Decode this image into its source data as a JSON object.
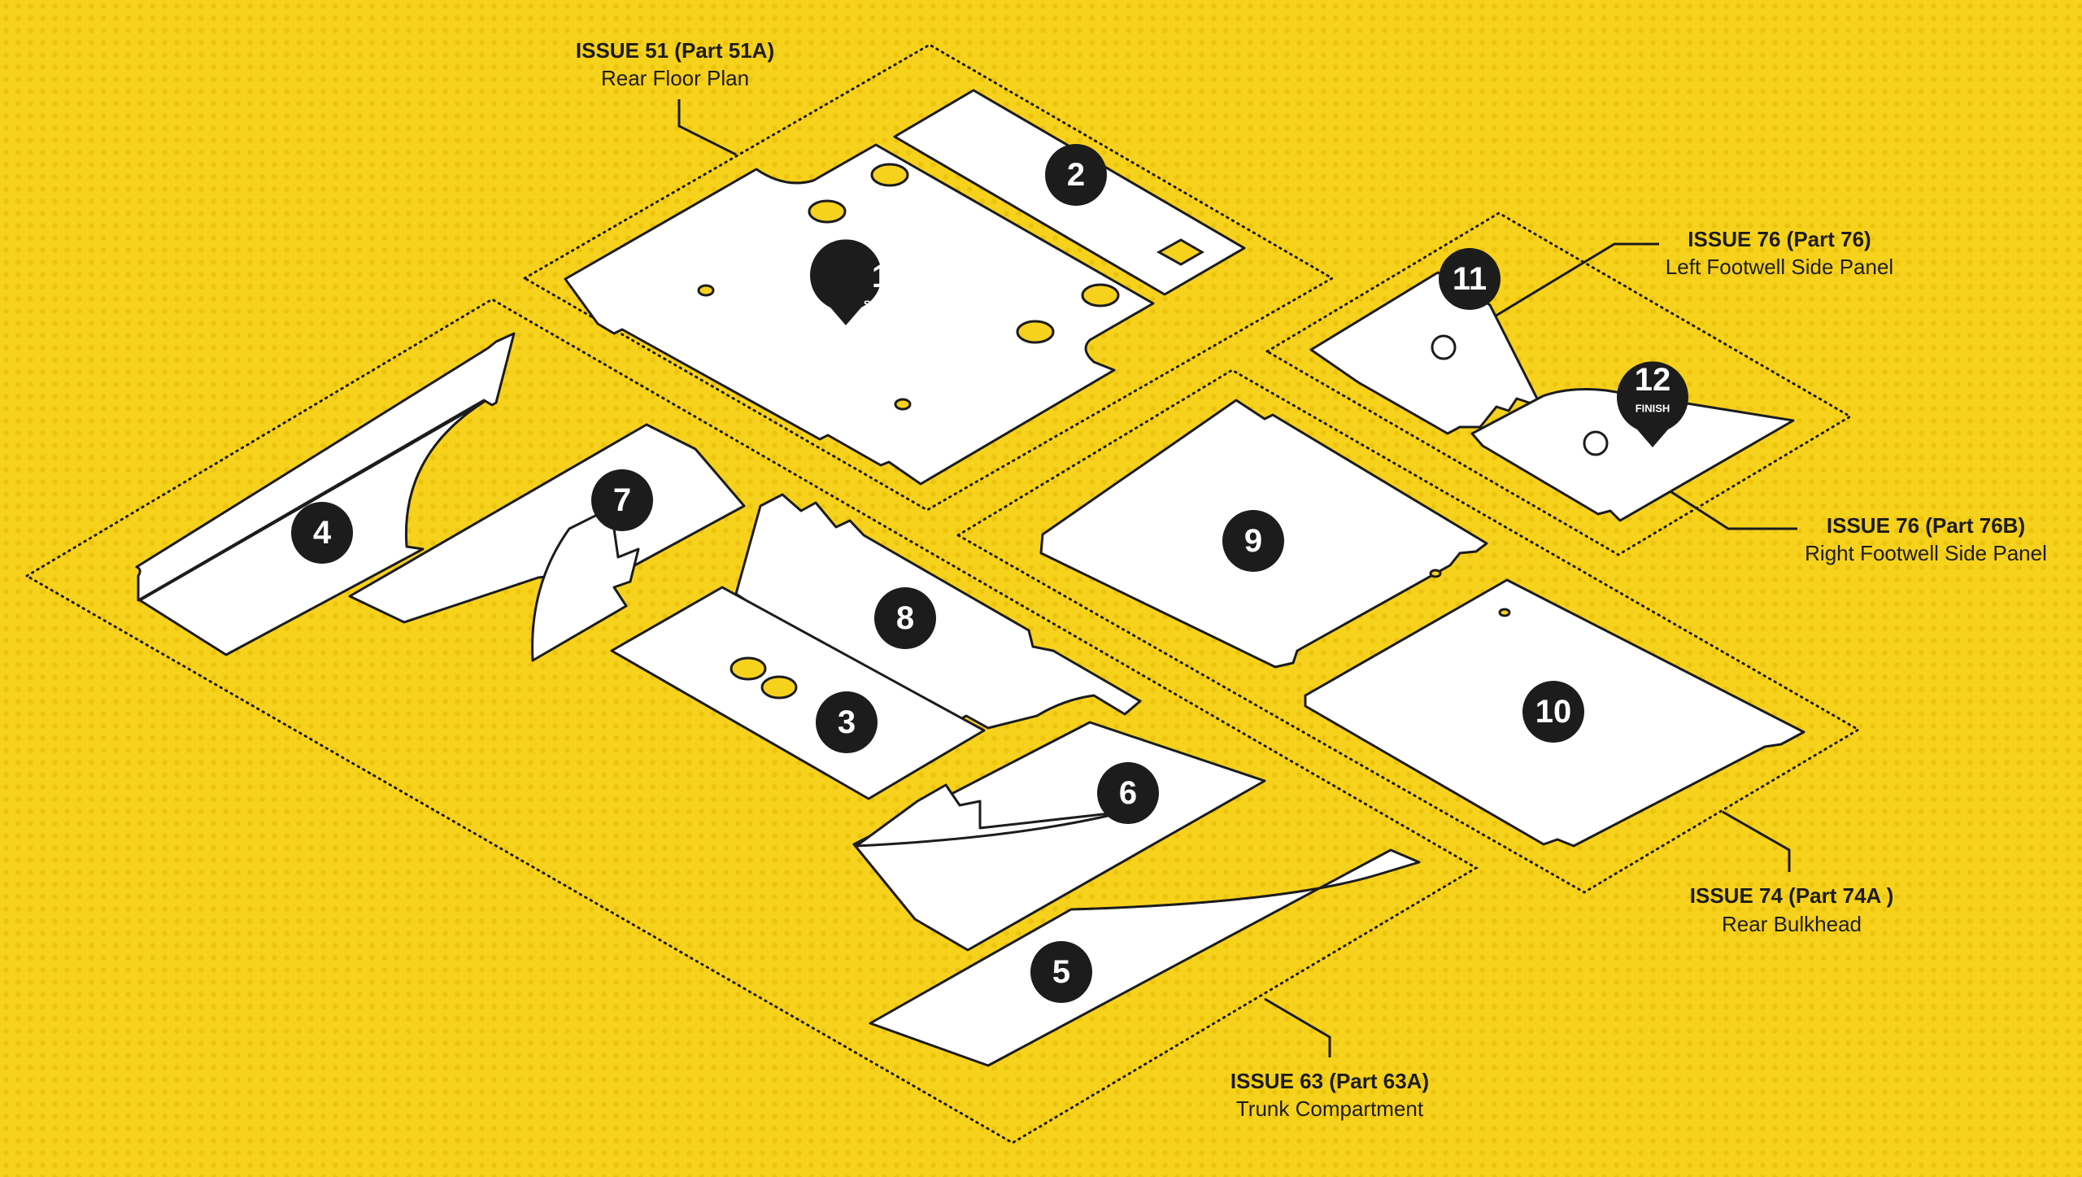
{
  "colors": {
    "background": "#f7d21c",
    "ink": "#1c1c1c",
    "panel": "#ffffff"
  },
  "labels": {
    "rear_floor": {
      "issue": "ISSUE 51 (Part 51A)",
      "name": "Rear Floor Plan"
    },
    "left_footwell": {
      "issue": "ISSUE 76 (Part 76)",
      "name": "Left Footwell Side Panel"
    },
    "right_footwell": {
      "issue": "ISSUE 76 (Part 76B)",
      "name": "Right Footwell Side Panel"
    },
    "rear_bulkhead": {
      "issue": "ISSUE 74 (Part 74A )",
      "name": "Rear Bulkhead"
    },
    "trunk": {
      "issue": "ISSUE 63 (Part 63A)",
      "name": "Trunk Compartment"
    }
  },
  "steps": {
    "s1": {
      "num": "1",
      "sub": "START"
    },
    "s2": {
      "num": "2"
    },
    "s3": {
      "num": "3"
    },
    "s4": {
      "num": "4"
    },
    "s5": {
      "num": "5"
    },
    "s6": {
      "num": "6"
    },
    "s7": {
      "num": "7"
    },
    "s8": {
      "num": "8"
    },
    "s9": {
      "num": "9"
    },
    "s10": {
      "num": "10"
    },
    "s11": {
      "num": "11"
    },
    "s12": {
      "num": "12",
      "sub": "FINISH"
    }
  }
}
